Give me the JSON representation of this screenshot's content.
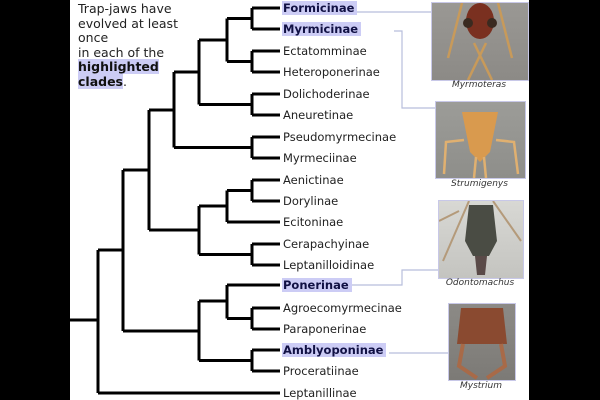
{
  "intro": {
    "line1": "Trap-jaws have",
    "line2": "evolved at least once",
    "line3": "in each of the",
    "highlight1": "highlighted",
    "highlight2": "clades",
    "period": "."
  },
  "taxa": [
    {
      "name": "Formicinae",
      "highlighted": true
    },
    {
      "name": "Myrmicinae",
      "highlighted": true
    },
    {
      "name": "Ectatomminae",
      "highlighted": false
    },
    {
      "name": "Heteroponerinae",
      "highlighted": false
    },
    {
      "name": "Dolichoderinae",
      "highlighted": false
    },
    {
      "name": "Aneuretinae",
      "highlighted": false
    },
    {
      "name": "Pseudomyrmecinae",
      "highlighted": false
    },
    {
      "name": "Myrmeciinae",
      "highlighted": false
    },
    {
      "name": "Aenictinae",
      "highlighted": false
    },
    {
      "name": "Dorylinae",
      "highlighted": false
    },
    {
      "name": "Ecitoninae",
      "highlighted": false
    },
    {
      "name": "Cerapachyinae",
      "highlighted": false
    },
    {
      "name": "Leptanilloidinae",
      "highlighted": false
    },
    {
      "name": "Ponerinae",
      "highlighted": true
    },
    {
      "name": "Agroecomyrmecinae",
      "highlighted": false
    },
    {
      "name": "Paraponerinae",
      "highlighted": false
    },
    {
      "name": "Amblyoponinae",
      "highlighted": true
    },
    {
      "name": "Proceratiinae",
      "highlighted": false
    },
    {
      "name": "Leptanillinae",
      "highlighted": false
    }
  ],
  "photos": [
    {
      "caption": "Myrmoteras",
      "links_to": "Formicinae"
    },
    {
      "caption": "Strumigenys",
      "links_to": "Myrmicinae"
    },
    {
      "caption": "Odontomachus",
      "links_to": "Ponerinae"
    },
    {
      "caption": "Mystrium",
      "links_to": "Amblyoponinae"
    }
  ],
  "colors": {
    "highlight": "#ccccf5",
    "connector": "#b8bedc",
    "branch": "#000000"
  }
}
